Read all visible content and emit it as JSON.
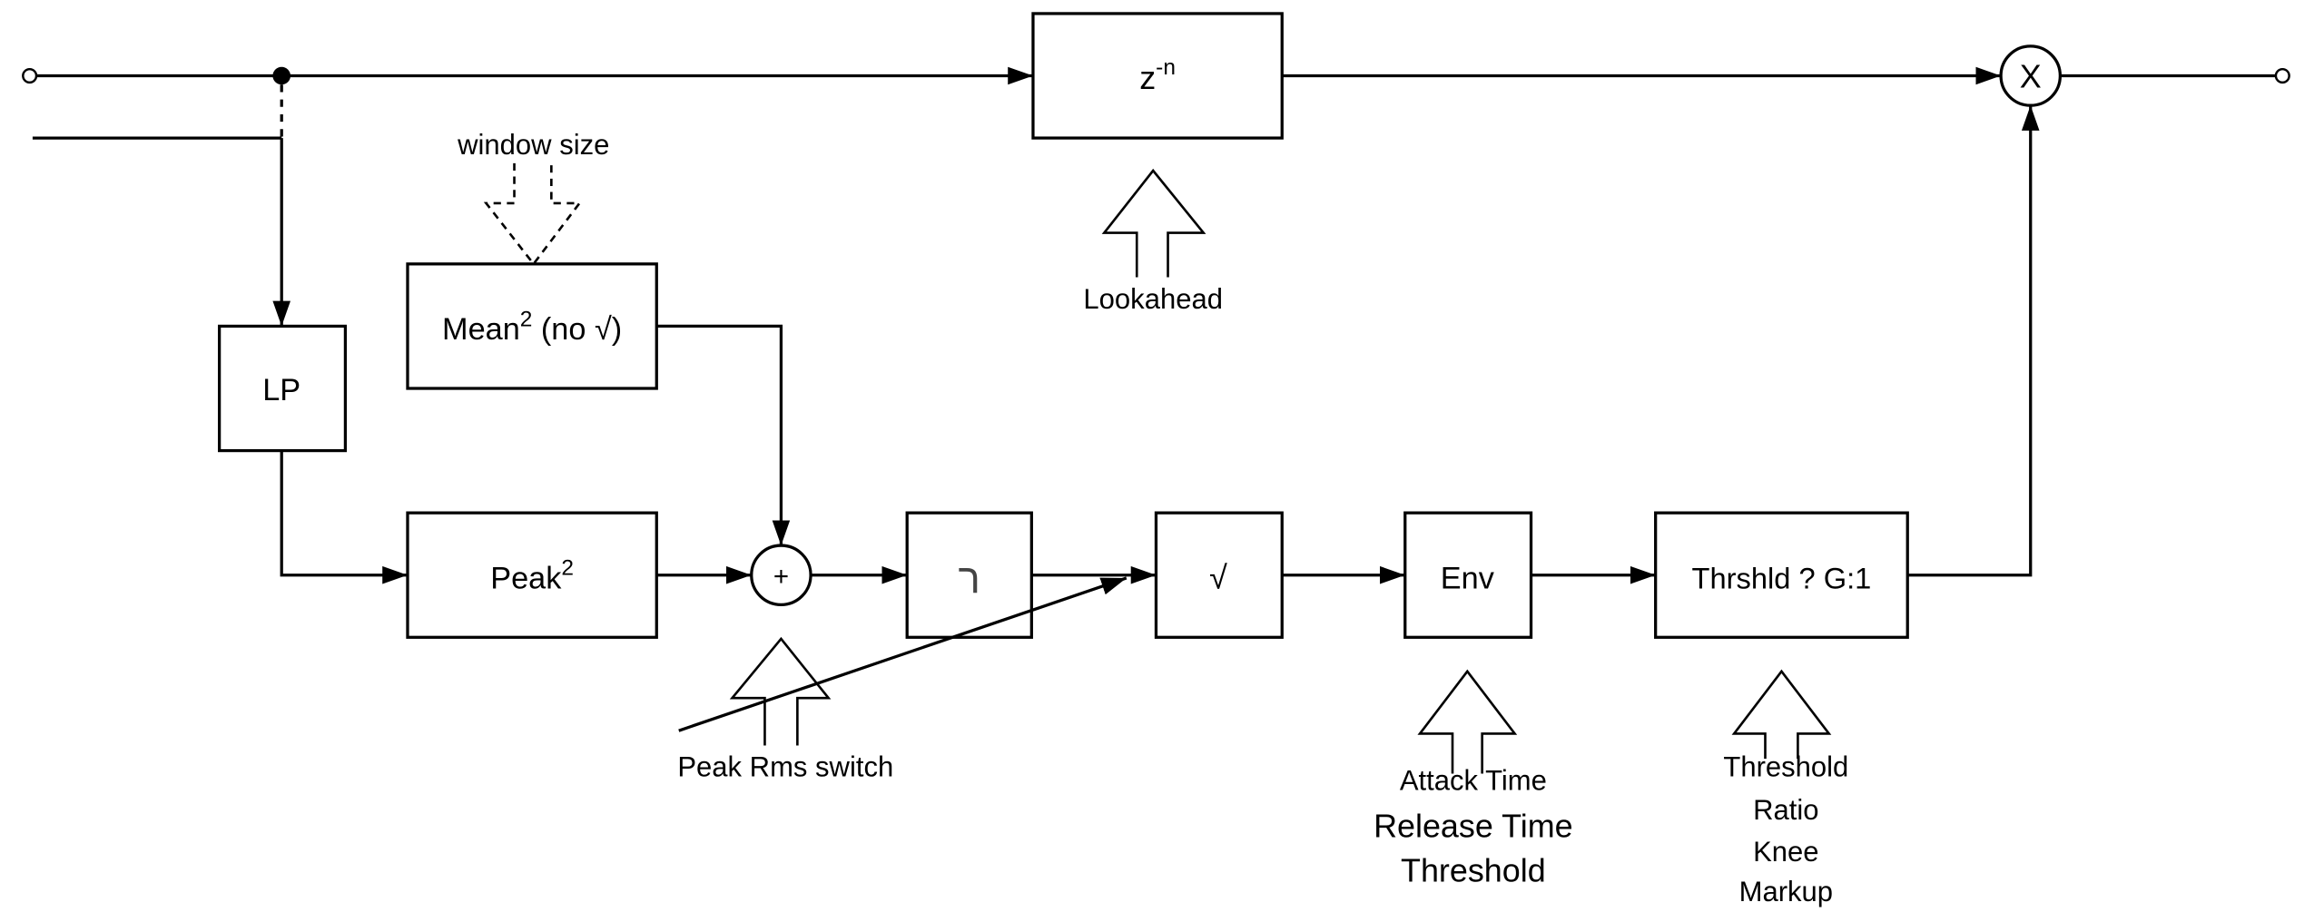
{
  "blocks": {
    "delay": {
      "base": "z",
      "sup": "-n"
    },
    "lp": "LP",
    "mean": {
      "base": "Mean",
      "sup": "2",
      "rest": " (no √)"
    },
    "peak": {
      "base": "Peak",
      "sup": "2"
    },
    "sum": "+",
    "resh": "ר",
    "sqrt": "√",
    "env": "Env",
    "threshold": "Thrshld ? G:1",
    "multiply": "X"
  },
  "labels": {
    "window_size": "window size",
    "lookahead": "Lookahead",
    "peak_rms_switch": "Peak Rms switch",
    "env_params": [
      "Attack Time",
      "Release Time",
      "Threshold"
    ],
    "threshold_params": [
      "Threshold",
      "Ratio",
      "Knee",
      "Markup"
    ]
  },
  "colors": {
    "line": "#000000",
    "resh_glyph": "#444444"
  }
}
